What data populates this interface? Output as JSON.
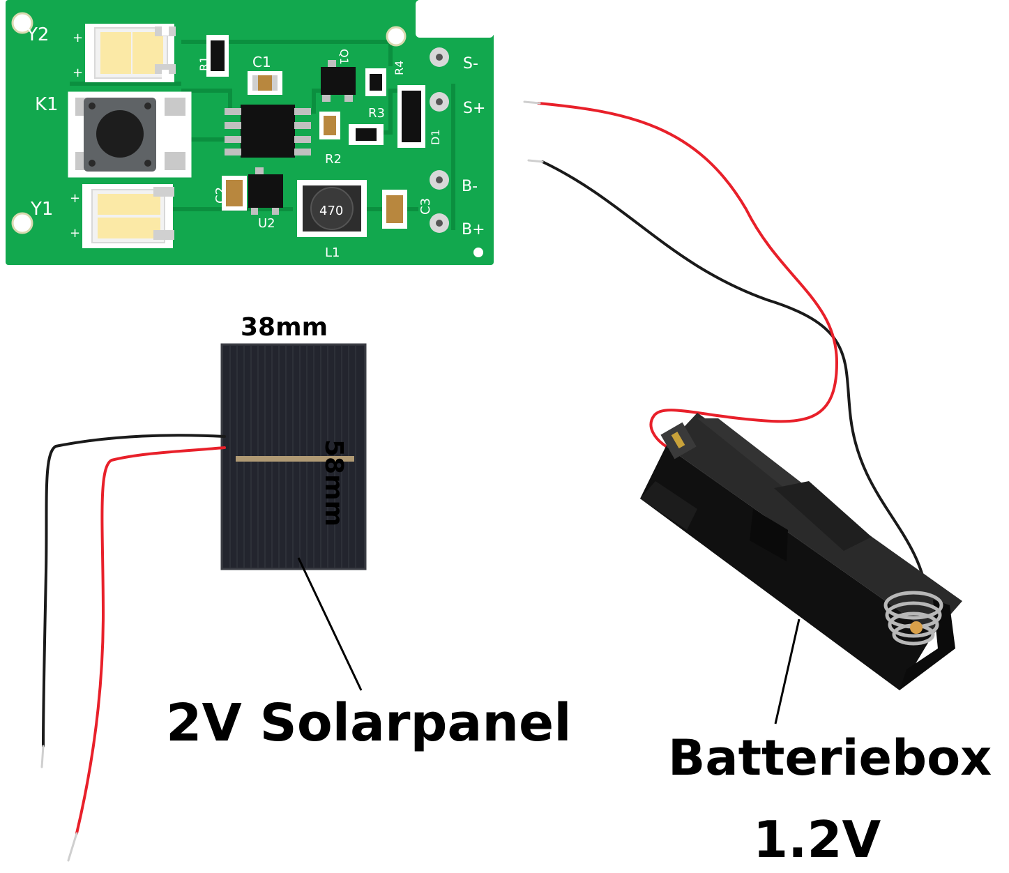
{
  "labels": {
    "solar_panel": "2V Solarpanel",
    "battery_box": "Batteriebox",
    "battery_voltage": "1.2V"
  },
  "dimensions": {
    "width": "38mm",
    "height": "58mm"
  },
  "pcb": {
    "silkscreen": {
      "y1": "Y1",
      "y2": "Y2",
      "k1": "K1",
      "c1": "C1",
      "c2": "C2",
      "c3": "C3",
      "r1": "R1",
      "r2": "R2",
      "r3": "R3",
      "r4": "R4",
      "q1": "Q1",
      "d1": "D1",
      "u2": "U2",
      "l1": "L1",
      "inductor_code": "470",
      "plus": "+"
    },
    "pins": {
      "s_minus": "S-",
      "s_plus": "S+",
      "b_minus": "B-",
      "b_plus": "B+"
    }
  },
  "colors": {
    "pcb_green": "#12a84e",
    "wire_red": "#e8202a",
    "wire_black": "#1a1a1a",
    "solar_cell": "#23252e",
    "battery_holder": "#141414",
    "led_yellow": "#fbe9a6"
  }
}
